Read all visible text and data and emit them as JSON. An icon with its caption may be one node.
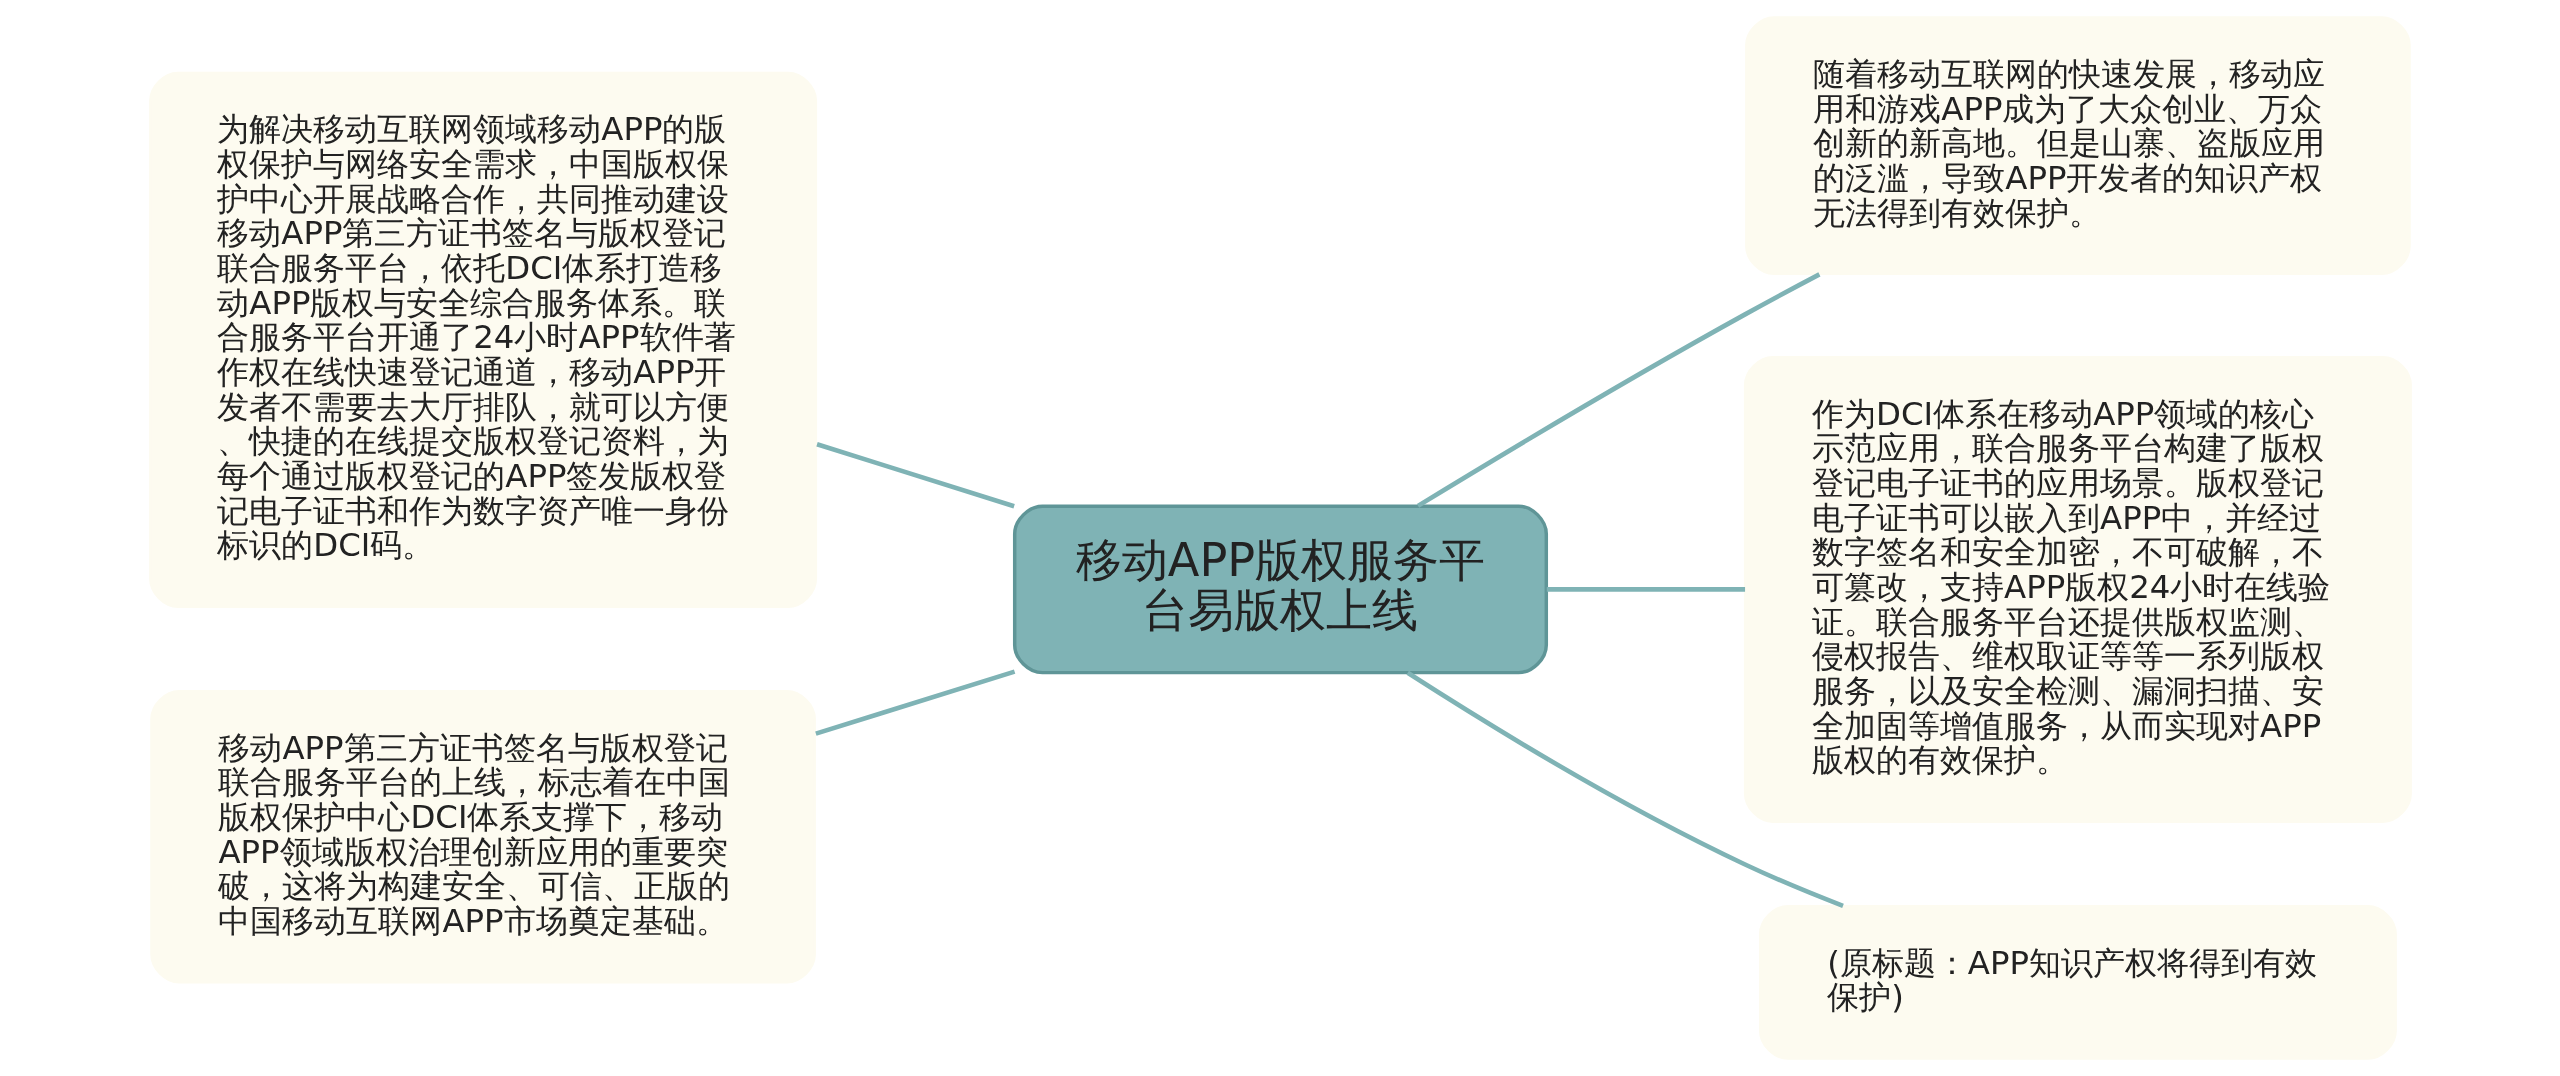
{
  "diagram": {
    "nodes": [
      {
        "text": [
          "移动APP版权服务平台易版权上线"
        ]
      },
      {
        "text": [
          "为解决移动互联网领域移动APP的版权保护与网络安全需求，中国版权保护中心开展战略合作，共同推动建设移动APP第三方证书签名与版权登记联合服务平台，依托DCI体系打造移动APP版权与安全综合服务体系。联合服务平台开通了24小时APP软件著作权在线快速登记通道，移动APP开发者不需要去大厅排队，就可以方便、快捷的在线提交版权登记资料，为每个通过版权登记的APP签发版权登记电子证书和作为数字资产唯一身份标识的DCI码。"
        ]
      },
      {
        "text": [
          "随着移动互联网的快速发展，移动应用和游戏APP成为了大众创业、万众创新的新高地。但是山寨、盗版应用的泛滥，导致APP开发者的知识产权无法得到有效保护。"
        ]
      },
      {
        "text": [
          "作为DCI体系在移动APP领域的核心示范应用，联合服务平台构建了版权登记电子证书的应用场景。版权登记电子证书可以嵌入到APP中，并经过数字签名和安全加密，不可破解，不可篡改，支持APP版权24小时在线验证。联合服务平台还提供版权监测、侵权报告、维权取证等等一系列版权服务，以及安全检测、漏洞扫描、安全加固等增值服务，从而实现对APP版权的有效保护。"
        ]
      },
      {
        "text": [
          "移动APP第三方证书签名与版权登记联合服务平台的上线，标志着在中国版权保护中心DCI体系支撑下，移动APP领域版权治理创新应用的重要突破，这将为构建安全、可信、正版的中国移动互联网APP市场奠定基础。"
        ]
      },
      {
        "text": [
          "(原标题：APP知识产权将得到有效保护)"
        ]
      }
    ],
    "edges": [
      {
        "from": 0,
        "to": 1,
        "arrow": "none"
      },
      {
        "from": 0,
        "to": 2,
        "arrow": "none"
      },
      {
        "from": 0,
        "to": 3,
        "arrow": "none"
      },
      {
        "from": 0,
        "to": 4,
        "arrow": "none"
      },
      {
        "from": 0,
        "to": 5,
        "arrow": "none"
      }
    ]
  }
}
